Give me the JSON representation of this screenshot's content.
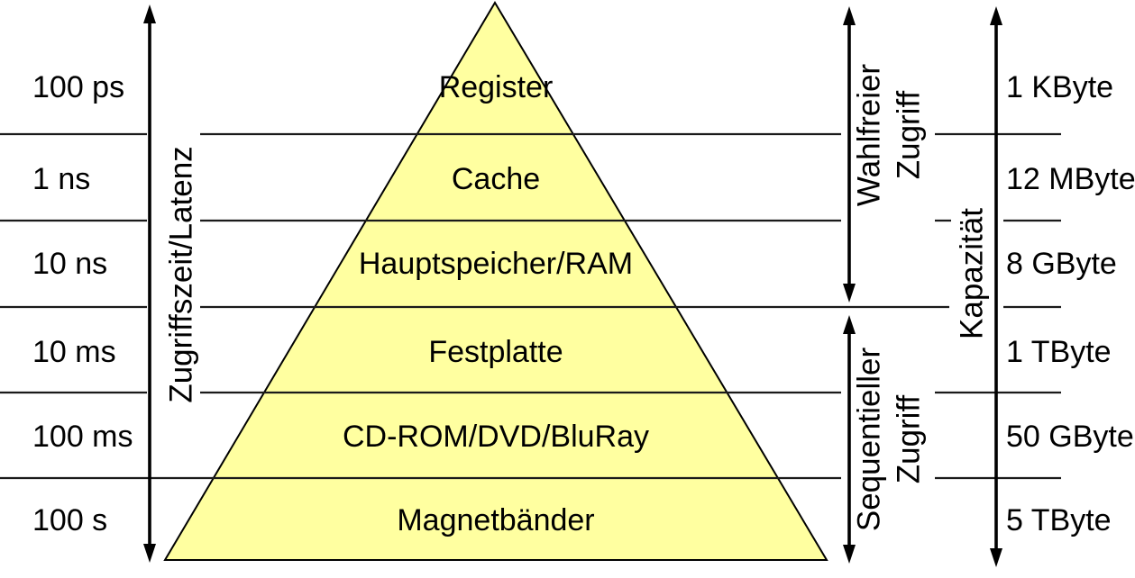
{
  "axes": {
    "time": {
      "label": "Zugriffszeit/Latenz"
    },
    "capacity": {
      "label": "Kapazität"
    },
    "random_access": {
      "line1": "Wahlfreier",
      "line2": "Zugriff"
    },
    "sequential_access": {
      "line1": "Sequentieller",
      "line2": "Zugriff"
    }
  },
  "levels": [
    {
      "name": "Register",
      "time": "100 ps",
      "capacity": "1 KByte",
      "color": "#000000"
    },
    {
      "name": "Cache",
      "time": "1 ns",
      "capacity": "12 MByte",
      "color": "#2C66E0"
    },
    {
      "name": "Hauptspeicher/RAM",
      "time": "10 ns",
      "capacity": "8 GByte",
      "color": "#2C66E0"
    },
    {
      "name": "Festplatte",
      "time": "10 ms",
      "capacity": "1 TByte",
      "color": "#000000"
    },
    {
      "name": "CD-ROM/DVD/BluRay",
      "time": "100 ms",
      "capacity": "50 GByte",
      "color": "#000000"
    },
    {
      "name": "Magnetbänder",
      "time": "100 s",
      "capacity": "5 TByte",
      "color": "#000000"
    }
  ],
  "colors": {
    "pyramid_fill": "#FFFFA0",
    "highlight_text": "#2C66E0",
    "text": "#000000",
    "line": "#1A1A1A"
  }
}
